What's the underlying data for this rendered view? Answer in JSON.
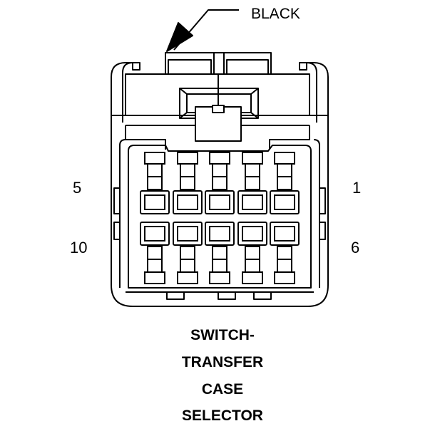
{
  "connector": {
    "wire_color_label": "BLACK",
    "pin_labels": {
      "top_left": "5",
      "top_right": "1",
      "bottom_left": "10",
      "bottom_right": "6"
    },
    "pin_rows": 2,
    "pins_per_row": 5,
    "title_lines": [
      "SWITCH-",
      "TRANSFER",
      "CASE",
      "SELECTOR"
    ]
  }
}
